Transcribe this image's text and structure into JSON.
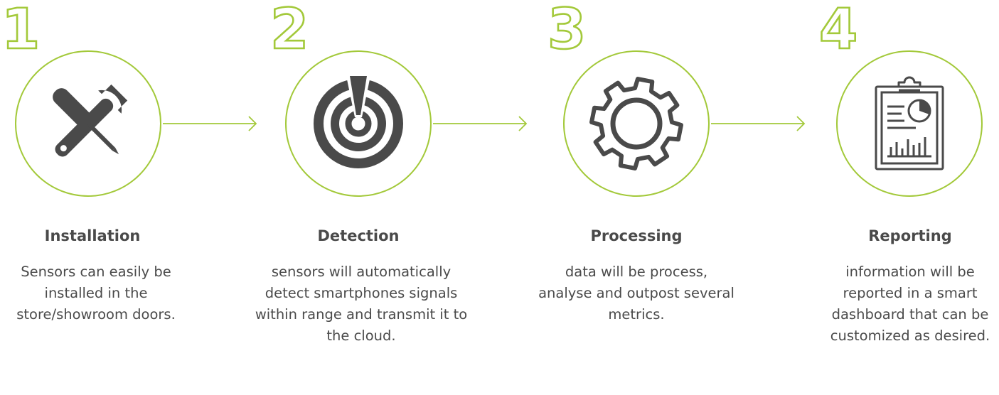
{
  "accent_color": "#a3c93a",
  "icon_color": "#4a4a4a",
  "steps": [
    {
      "number": "1",
      "title": "Installation",
      "description": "Sensors can easily be installed in the store/showroom doors.",
      "icon": "tools-icon"
    },
    {
      "number": "2",
      "title": "Detection",
      "description": "sensors will automatically detect smartphones signals within range and transmit it to the cloud.",
      "icon": "radar-icon"
    },
    {
      "number": "3",
      "title": "Processing",
      "description": "data will be process, analyse and outpost several metrics.",
      "icon": "gear-icon"
    },
    {
      "number": "4",
      "title": "Reporting",
      "description": "information will be reported in a smart dashboard that can be customized as desired.",
      "icon": "report-clipboard-icon"
    }
  ]
}
